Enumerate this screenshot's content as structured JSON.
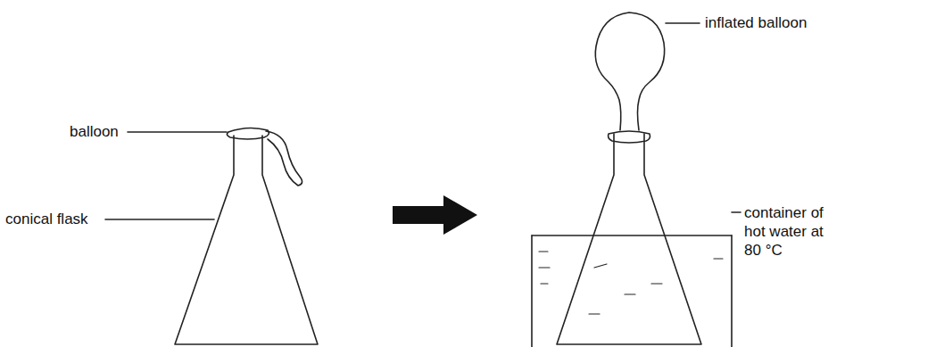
{
  "diagram": {
    "labels": [
      "balloon",
      "conical flask",
      "inflated balloon",
      "container of hot water at 80 °C"
    ]
  }
}
